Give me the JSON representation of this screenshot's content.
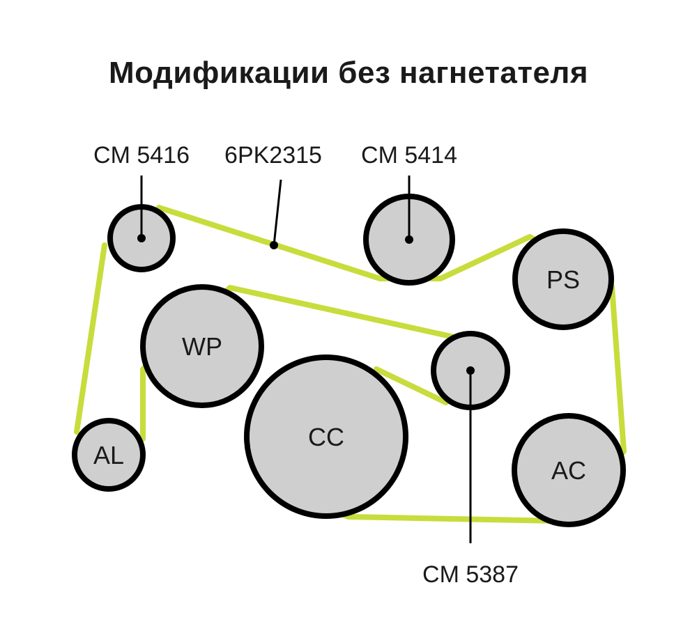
{
  "title": "Модификации без нагнетателя",
  "colors": {
    "belt": "#c8dc3c",
    "pulley_fill": "#cfcfcf",
    "outline": "#000000"
  },
  "pulleys": {
    "ps": "PS",
    "wp": "WP",
    "al": "AL",
    "cc": "CC",
    "ac": "AC"
  },
  "callouts": {
    "cm5416": "CM 5416",
    "belt": "6PK2315",
    "cm5414": "CM 5414",
    "cm5387": "CM 5387"
  }
}
